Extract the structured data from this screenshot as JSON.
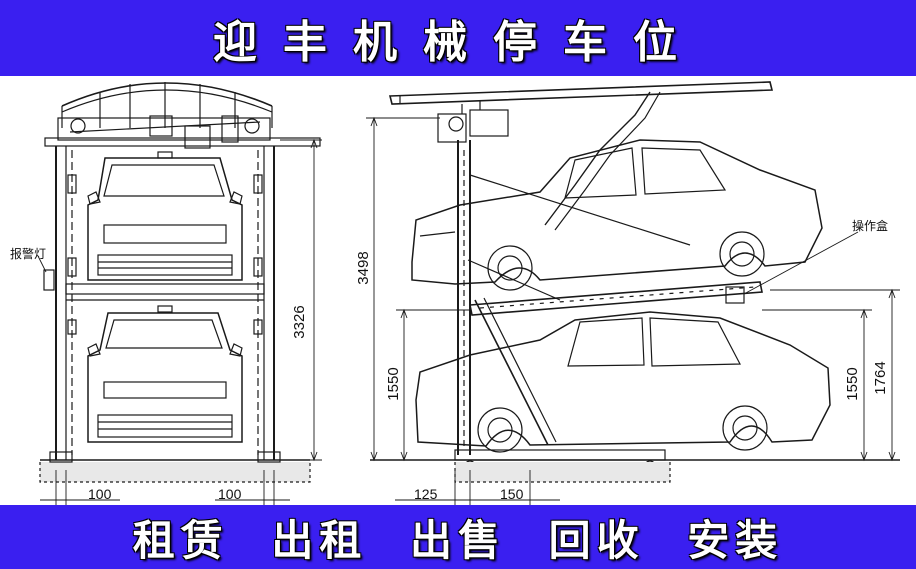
{
  "header": {
    "title": "迎丰机械停车位"
  },
  "footer": {
    "services": "租赁 出租 出售 回收 安装"
  },
  "front_view": {
    "labels": {
      "warning_light": "报警灯"
    },
    "dimensions": {
      "total_height": "3326",
      "bottom_left": "100",
      "bottom_right": "100"
    }
  },
  "side_view": {
    "labels": {
      "control_box": "操作盒"
    },
    "dimensions": {
      "total_height": "3498",
      "lower_height_left": "1550",
      "lower_height_right": "1550",
      "upper_height": "1764",
      "bottom_a": "125",
      "bottom_b": "150"
    }
  },
  "colors": {
    "banner": "#3a1ff0",
    "banner_text": "#ffffff",
    "line": "#1a1a1a"
  }
}
